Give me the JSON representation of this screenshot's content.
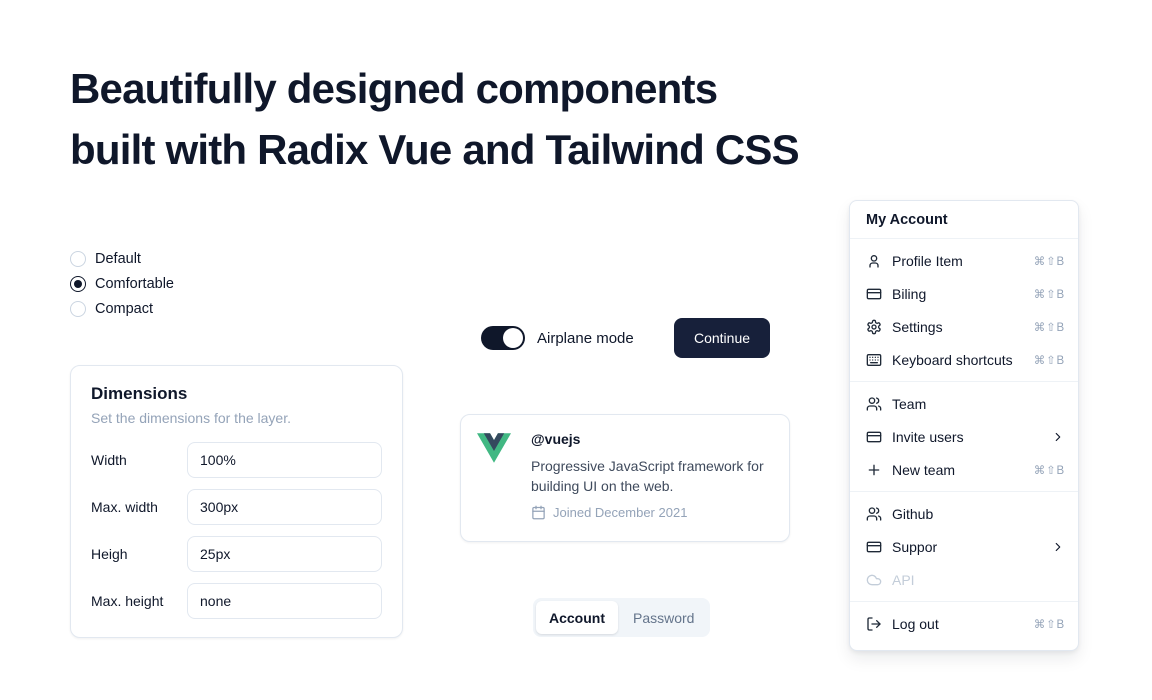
{
  "colors": {
    "accent": "#0f172a",
    "muted": "#94a3b8",
    "border": "#e2e8f0",
    "vue_green": "#41b883",
    "vue_navy": "#34495e"
  },
  "heading": {
    "line1": "Beautifully designed components",
    "line2": "built with Radix Vue and Tailwind CSS"
  },
  "radio_group": {
    "options": [
      {
        "label": "Default",
        "selected": false
      },
      {
        "label": "Comfortable",
        "selected": true
      },
      {
        "label": "Compact",
        "selected": false
      }
    ]
  },
  "dimensions_card": {
    "title": "Dimensions",
    "subtitle": "Set the dimensions for the layer.",
    "fields": [
      {
        "label": "Width",
        "value": "100%"
      },
      {
        "label": "Max. width",
        "value": "300px"
      },
      {
        "label": "Heigh",
        "value": "25px"
      },
      {
        "label": "Max. height",
        "value": "none"
      }
    ]
  },
  "airplane": {
    "label": "Airplane mode",
    "on": true
  },
  "continue_button": {
    "label": "Continue"
  },
  "vue_card": {
    "handle": "@vuejs",
    "description": "Progressive JavaScript framework for building UI on the web.",
    "joined": "Joined December 2021",
    "logo": "vue-logo"
  },
  "tabs": {
    "items": [
      {
        "label": "Account",
        "active": true
      },
      {
        "label": "Password",
        "active": false
      }
    ]
  },
  "menu": {
    "title": "My Account",
    "groups": [
      {
        "items": [
          {
            "label": "Profile Item",
            "icon": "user-icon",
            "shortcut": "⌘⇧B"
          },
          {
            "label": "Biling",
            "icon": "credit-card-icon",
            "shortcut": "⌘⇧B"
          },
          {
            "label": "Settings",
            "icon": "gear-icon",
            "shortcut": "⌘⇧B"
          },
          {
            "label": "Keyboard shortcuts",
            "icon": "keyboard-icon",
            "shortcut": "⌘⇧B"
          }
        ]
      },
      {
        "items": [
          {
            "label": "Team",
            "icon": "users-icon"
          },
          {
            "label": "Invite users",
            "icon": "credit-card-icon",
            "submenu": true
          },
          {
            "label": "New team",
            "icon": "plus-icon",
            "shortcut": "⌘⇧B"
          }
        ]
      },
      {
        "items": [
          {
            "label": "Github",
            "icon": "users-icon"
          },
          {
            "label": "Suppor",
            "icon": "credit-card-icon",
            "submenu": true
          },
          {
            "label": "API",
            "icon": "cloud-icon",
            "disabled": true
          }
        ]
      },
      {
        "items": [
          {
            "label": "Log out",
            "icon": "log-out-icon",
            "shortcut": "⌘⇧B"
          }
        ]
      }
    ]
  }
}
